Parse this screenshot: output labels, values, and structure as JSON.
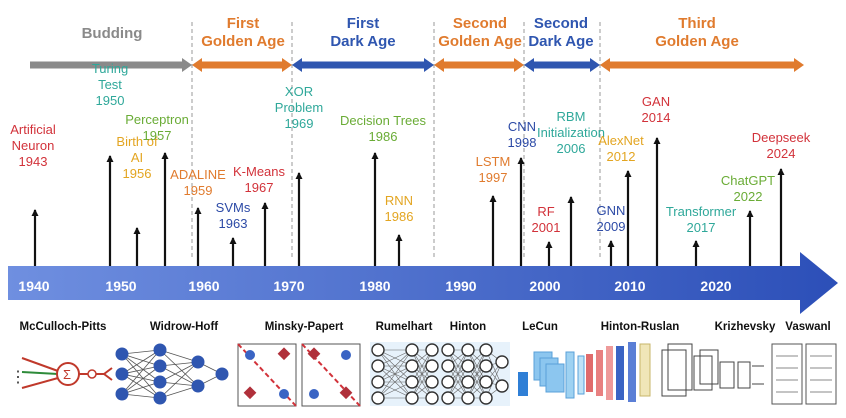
{
  "colors": {
    "gray": "#8a8a8a",
    "orange": "#e07b2e",
    "blue": "#2f56b0",
    "red": "#d2323a",
    "teal": "#2fa89a",
    "green": "#6aac36",
    "gold": "#e3a521",
    "navy": "#2c4aa6",
    "axis_light": "#6f8fe0",
    "axis_dark": "#2c4fb8"
  },
  "eras": [
    {
      "lines": [
        "Budding"
      ],
      "color": "gray"
    },
    {
      "lines": [
        "First",
        "Golden Age"
      ],
      "color": "orange"
    },
    {
      "lines": [
        "First",
        "Dark Age"
      ],
      "color": "blue"
    },
    {
      "lines": [
        "Second",
        "Golden Age"
      ],
      "color": "orange"
    },
    {
      "lines": [
        "Second",
        "Dark Age"
      ],
      "color": "blue"
    },
    {
      "lines": [
        "Third",
        "Golden Age"
      ],
      "color": "orange"
    }
  ],
  "decades": [
    "1940",
    "1950",
    "1960",
    "1970",
    "1980",
    "1990",
    "2000",
    "2010",
    "2020"
  ],
  "events": [
    {
      "lines": [
        "Artificial",
        "Neuron",
        "1943"
      ],
      "color": "red"
    },
    {
      "lines": [
        "Turing",
        "Test",
        "1950"
      ],
      "color": "teal"
    },
    {
      "lines": [
        "Birth of",
        "AI",
        "1956"
      ],
      "color": "gold"
    },
    {
      "lines": [
        "Perceptron",
        "1957"
      ],
      "color": "green"
    },
    {
      "lines": [
        "ADALINE",
        "1959"
      ],
      "color": "orange"
    },
    {
      "lines": [
        "SVMs",
        "1963"
      ],
      "color": "navy"
    },
    {
      "lines": [
        "K-Means",
        "1967"
      ],
      "color": "red"
    },
    {
      "lines": [
        "XOR",
        "Problem",
        "1969"
      ],
      "color": "teal"
    },
    {
      "lines": [
        "Decision Trees",
        "1986"
      ],
      "color": "green"
    },
    {
      "lines": [
        "RNN",
        "1986"
      ],
      "color": "gold"
    },
    {
      "lines": [
        "LSTM",
        "1997"
      ],
      "color": "orange"
    },
    {
      "lines": [
        "CNN",
        "1998"
      ],
      "color": "navy"
    },
    {
      "lines": [
        "RF",
        "2001"
      ],
      "color": "red"
    },
    {
      "lines": [
        "RBM",
        "Initialization",
        "2006"
      ],
      "color": "teal"
    },
    {
      "lines": [
        "GNN",
        "2009"
      ],
      "color": "navy"
    },
    {
      "lines": [
        "AlexNet",
        "2012"
      ],
      "color": "gold"
    },
    {
      "lines": [
        "GAN",
        "2014"
      ],
      "color": "red"
    },
    {
      "lines": [
        "Transformer",
        "2017"
      ],
      "color": "teal"
    },
    {
      "lines": [
        "ChatGPT",
        "2022"
      ],
      "color": "green"
    },
    {
      "lines": [
        "Deepseek",
        "2024"
      ],
      "color": "red"
    }
  ],
  "researchers": [
    "McCulloch-Pitts",
    "Widrow-Hoff",
    "Minsky-Papert",
    "Rumelhart",
    "Hinton",
    "LeCun",
    "Hinton-Ruslan",
    "Krizhevsky",
    "Vaswanl"
  ],
  "neuron_symbols": {
    "ellipsis": "⋮",
    "sum": "Σ"
  }
}
